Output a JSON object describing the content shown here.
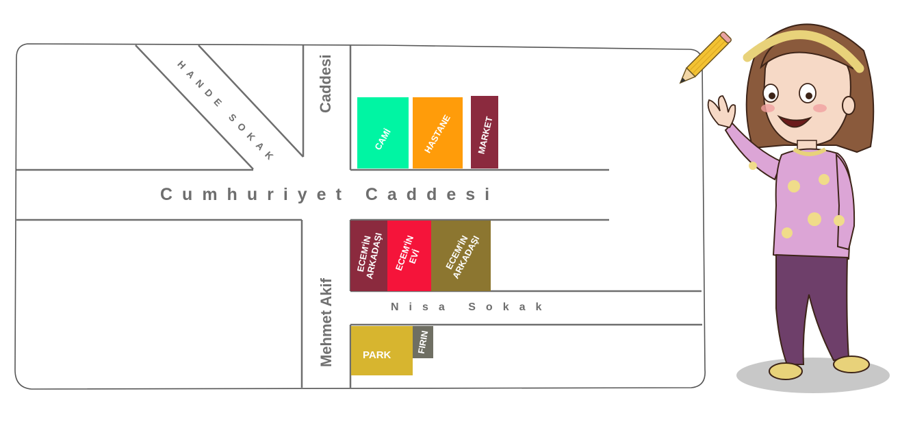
{
  "streets": {
    "cumhuriyet": "Cumhuriyet Caddesi",
    "nisa": "Nisa Sokak",
    "hande": "HANDE SOKAK",
    "caddesi_top": "Caddesi",
    "mehmet_akif": "Mehmet Akif"
  },
  "places": {
    "cami": "CAMİ",
    "hastane": "HASTANE",
    "market": "MARKET",
    "friend1": "ECEM'İN ARKADAŞI",
    "ecem_evi": "ECEM'İN EVİ",
    "friend2": "ECEM'İN ARKADAŞI",
    "park": "PARK",
    "firin": "FIRIN"
  },
  "colors": {
    "cami": "#00f5a3",
    "hastane": "#ff9c0a",
    "market": "#8b2a3e",
    "friend1": "#8b2a3e",
    "ecem_evi": "#f5143a",
    "friend2": "#8c7630",
    "park": "#d7b52f",
    "firin": "#6f6f63",
    "road_line": "#6e6e6e"
  },
  "icons": {
    "pencil": "pencil-icon",
    "girl": "girl-illustration"
  }
}
